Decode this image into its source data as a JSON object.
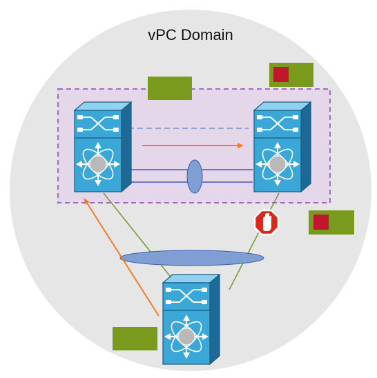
{
  "diagram": {
    "title": "vPC Domain",
    "colors": {
      "domain_circle": "#e6e6e6",
      "peer_box_fill": "#e4d7ea",
      "peer_box_stroke": "#a06cc0",
      "switch_face": "#3ba7d6",
      "switch_dark": "#1a5a82",
      "link_olive": "#7a9a3a",
      "link_blue": "#3d5da8",
      "port_channel": "#7f9fd4",
      "arrow_orange": "#f07c2c",
      "green_label": "#7a9a1e",
      "red_square": "#c0172c",
      "stop_sign": "#d62a1e"
    },
    "switches": [
      {
        "name": "peer-left",
        "icon": "nexus-switch-icon"
      },
      {
        "name": "peer-right",
        "icon": "nexus-switch-icon"
      },
      {
        "name": "downstream",
        "icon": "nexus-switch-icon"
      }
    ],
    "icons": [
      "stop-hand-icon"
    ]
  }
}
